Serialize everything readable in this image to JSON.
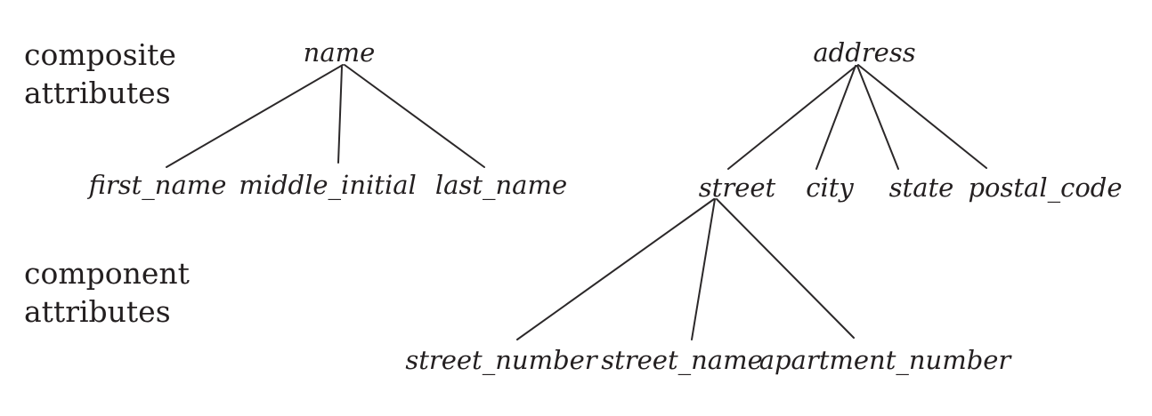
{
  "diagram": {
    "title_hint": "composite and component attributes example",
    "colors": {
      "background": "#ffffff",
      "text": "#231f20",
      "line": "#2b2829"
    },
    "row_labels": {
      "composite": "composite\nattributes",
      "component": "component\nattributes"
    },
    "name_tree": {
      "root": "name",
      "children": [
        "first_name",
        "middle_initial",
        "last_name"
      ]
    },
    "address_tree": {
      "root": "address",
      "children": [
        "street",
        "city",
        "state",
        "postal_code"
      ],
      "street_children": [
        "street_number",
        "street_name",
        "apartment_number"
      ]
    }
  }
}
